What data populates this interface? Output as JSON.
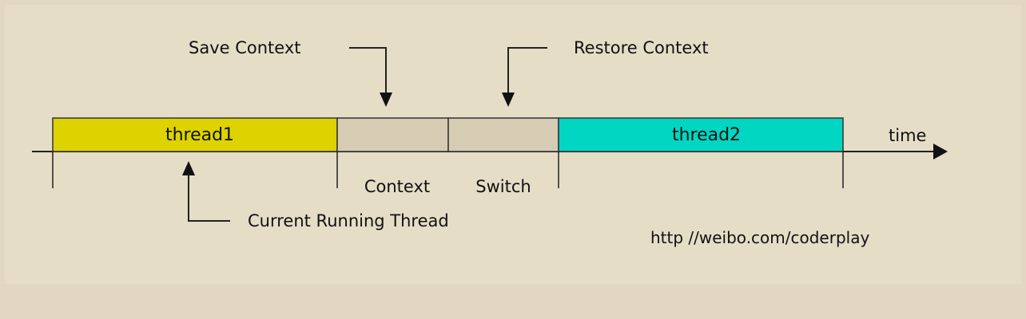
{
  "diagram": {
    "annotations": {
      "save_context": "Save Context",
      "restore_context": "Restore Context",
      "current_running_thread": "Current Running Thread",
      "context": "Context",
      "switch": "Switch",
      "time": "time"
    },
    "segments": {
      "thread1": {
        "label": "thread1",
        "color": "#ddd300"
      },
      "context_switch_a": {
        "label": "",
        "color": "#d6ccb3"
      },
      "context_switch_b": {
        "label": "",
        "color": "#d6ccb3"
      },
      "thread2": {
        "label": "thread2",
        "color": "#00d6c1"
      }
    },
    "watermark": "http //weibo.com/coderplay",
    "colors": {
      "background": "#e2d8c1",
      "line": "#222222"
    }
  }
}
